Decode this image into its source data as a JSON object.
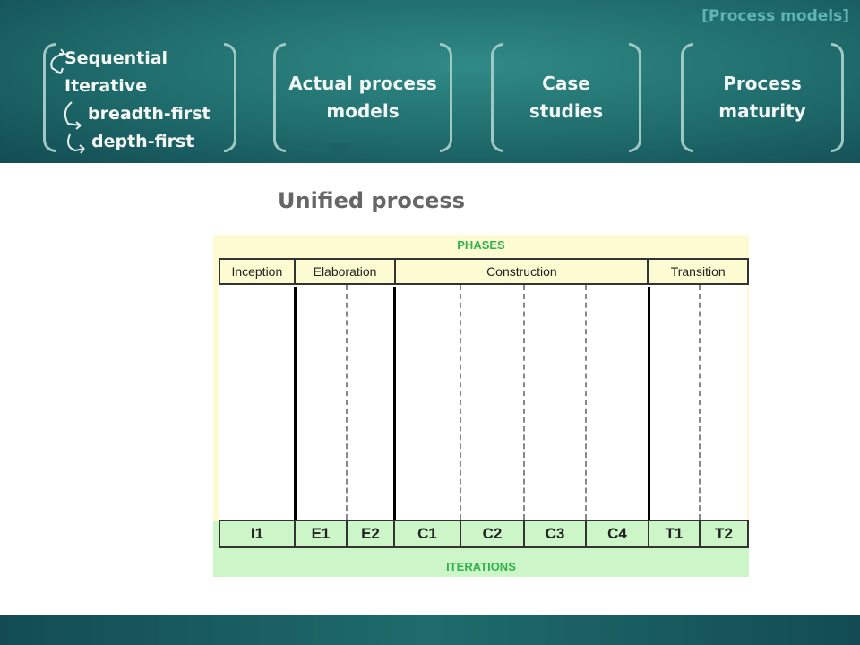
{
  "breadcrumb": "[Process models]",
  "nav": {
    "item1_lines": [
      "Sequential",
      "Iterative",
      "breadth-first",
      "depth-first"
    ],
    "item2": "Actual process\nmodels",
    "item3": "Case\nstudies",
    "item4": "Process\nmaturity"
  },
  "title": "Unified process",
  "diagram": {
    "phases_label": "PHASES",
    "iterations_label": "ITERATIONS",
    "phases": [
      "Inception",
      "Elaboration",
      "Construction",
      "Transition"
    ],
    "iterations": [
      "I1",
      "E1",
      "E2",
      "C1",
      "C2",
      "C3",
      "C4",
      "T1",
      "T2"
    ]
  },
  "colors": {
    "header_teal": "#1f6b6b",
    "phase_green": "#2fb34a",
    "iteration_band": "#ccf6c8",
    "phase_band": "#fdfbd2"
  }
}
